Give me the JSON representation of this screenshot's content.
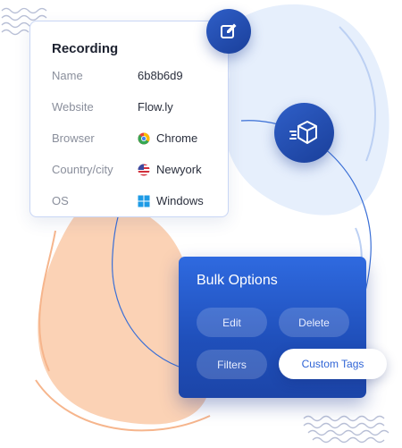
{
  "recording_card": {
    "title": "Recording",
    "rows": [
      {
        "label": "Name",
        "value": "6b8b6d9",
        "icon": ""
      },
      {
        "label": "Website",
        "value": "Flow.ly",
        "icon": ""
      },
      {
        "label": "Browser",
        "value": "Chrome",
        "icon": "chrome-icon"
      },
      {
        "label": "Country/city",
        "value": "Newyork",
        "icon": "us-flag-icon"
      },
      {
        "label": "OS",
        "value": "Windows",
        "icon": "windows-icon"
      }
    ]
  },
  "floating_buttons": {
    "edit_icon": "edit-icon",
    "box_icon": "box-icon"
  },
  "bulk_options": {
    "title": "Bulk Options",
    "buttons": [
      "Edit",
      "Delete",
      "Filters",
      "Custom Tags"
    ]
  },
  "colors": {
    "primary": "#2357c6",
    "blob_peach": "#fbd2b5",
    "blob_blue": "#e6effc",
    "text_dark": "#1d2230",
    "text_muted": "#8a8f9c"
  }
}
